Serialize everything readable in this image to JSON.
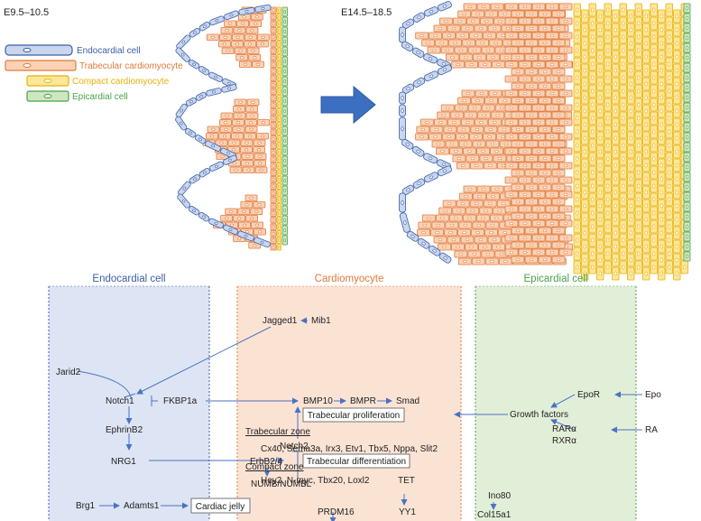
{
  "stages": {
    "early": "E9.5–10.5",
    "late": "E14.5–18.5"
  },
  "legend": [
    {
      "label": "Endocardial cell",
      "color": "#3b5fa8",
      "fill": "#c9d6ee"
    },
    {
      "label": "Trabecular cardiomyocyte",
      "color": "#e07a3c",
      "fill": "#fbd2b5"
    },
    {
      "label": "Compact cardiomyocyte",
      "color": "#e8b10c",
      "fill": "#fde79a"
    },
    {
      "label": "Epicardial cell",
      "color": "#4aa24a",
      "fill": "#cfe7c0"
    }
  ],
  "panels": {
    "endocardial": {
      "title": "Endocardial cell",
      "color": "#3b5fa8",
      "bg": "#dde4f3"
    },
    "cardiomyocyte": {
      "title": "Cardiomyocyte",
      "color": "#e07a3c",
      "bg": "#fbe3d4"
    },
    "epicardial": {
      "title": "Epicardial cell",
      "color": "#4aa24a",
      "bg": "#e2efd8"
    }
  },
  "nodes": {
    "jagged1": "Jagged1",
    "mib1": "Mib1",
    "jarid2": "Jarid2",
    "notch1": "Notch1",
    "fkbp1a": "FKBP1a",
    "bmp10": "BMP10",
    "bmpr": "BMPR",
    "smad": "Smad",
    "trab_prolif": "Trabecular proliferation",
    "ephrinb2": "EphrinB2",
    "notch2": "Notch2",
    "nrg1": "NRG1",
    "erbb24": "ErbB2/4",
    "trab_diff": "Trabecular differentiation",
    "numb": "NUMB/NUMBL",
    "trab_zone": "Trabecular zone",
    "trab_genes": "Cx40, Sema3a, Irx3, Etv1, Tbx5, Nppa, Slit2",
    "compact_zone": "Compact zone",
    "compact_genes": "Hey2, N-myc, Tbx20, Loxl2",
    "tet": "TET",
    "prdm16": "PRDM16",
    "yy1": "YY1",
    "brg1": "Brg1",
    "adamts1": "Adamts1",
    "cardiac_jelly": "Cardiac jelly",
    "epor": "EpoR",
    "epo": "Epo",
    "growth_factors": "Growth factors",
    "rara": "RARα",
    "rxra": "RXRα",
    "ra": "RA",
    "ino80": "Ino80",
    "col15a1": "Col15a1"
  },
  "arrow_color": "#4a72c4"
}
